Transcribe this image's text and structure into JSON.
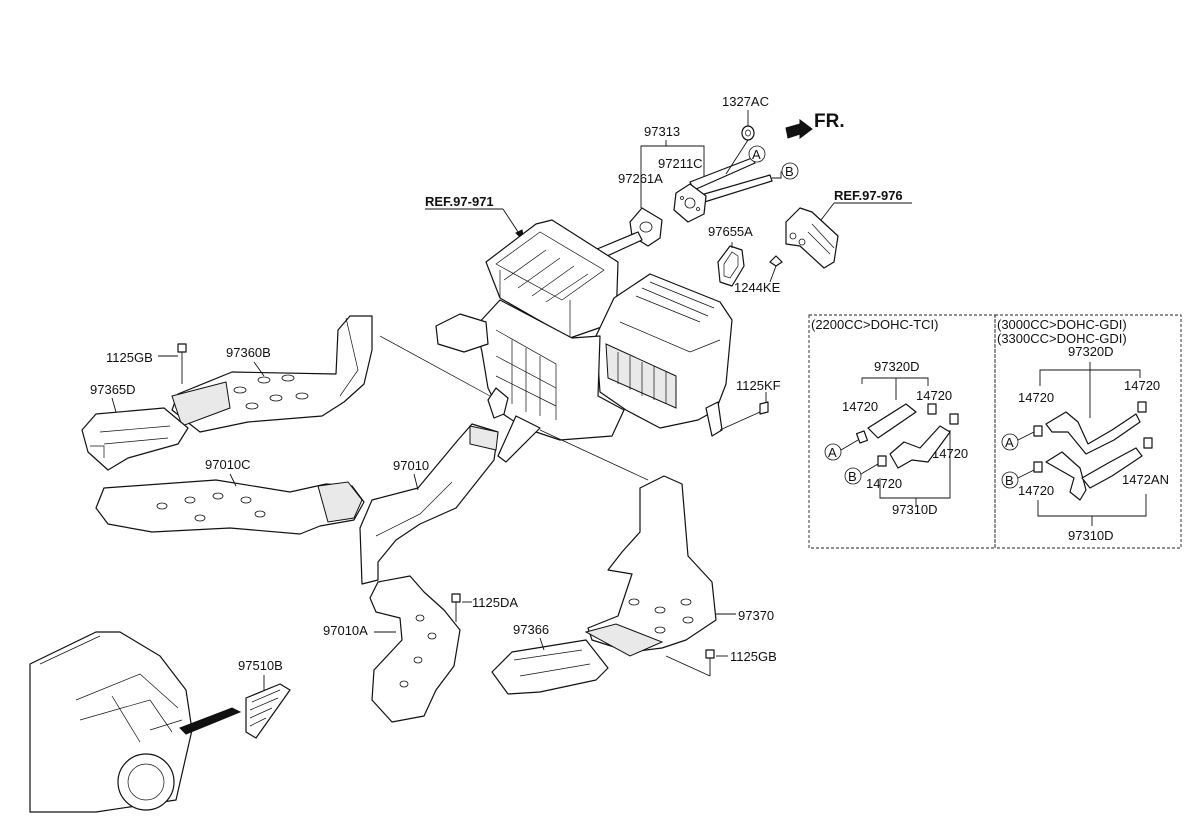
{
  "direction": {
    "label": "FR."
  },
  "refs": {
    "left": "REF.97-971",
    "right": "REF.97-976"
  },
  "connector_marks": {
    "a": "A",
    "b": "B"
  },
  "part_labels": {
    "p1327AC": "1327AC",
    "p97313": "97313",
    "p97211C": "97211C",
    "p97261A": "97261A",
    "p97655A": "97655A",
    "p1244KE": "1244KE",
    "p1125GB_top": "1125GB",
    "p97360B": "97360B",
    "p97365D": "97365D",
    "p1125KF": "1125KF",
    "p97010C": "97010C",
    "p97010": "97010",
    "p1125DA": "1125DA",
    "p97010A": "97010A",
    "p97366": "97366",
    "p97370": "97370",
    "p1125GB_bottom": "1125GB",
    "p97510B": "97510B"
  },
  "boxes": {
    "left": {
      "title": "(2200CC>DOHC-TCI)",
      "labels": [
        "97320D",
        "14720",
        "14720",
        "14720",
        "14720",
        "97310D"
      ]
    },
    "right": {
      "title1": "(3000CC>DOHC-GDI)",
      "title2": "(3300CC>DOHC-GDI)",
      "labels": [
        "97320D",
        "14720",
        "14720",
        "14720",
        "1472AN",
        "97310D"
      ]
    }
  }
}
